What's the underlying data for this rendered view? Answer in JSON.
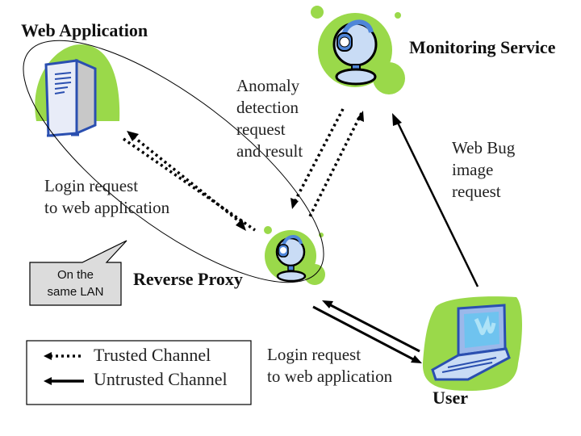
{
  "nodes": {
    "web_application": {
      "label": "Web Application",
      "icon": "server-icon"
    },
    "monitoring_service": {
      "label": "Monitoring Service",
      "icon": "webcam-icon"
    },
    "reverse_proxy": {
      "label": "Reverse Proxy",
      "icon": "webcam-icon"
    },
    "user": {
      "label": "User",
      "icon": "laptop-icon"
    }
  },
  "edge_labels": {
    "anomaly": "Anomaly\ndetection\nrequest\nand result",
    "login_internal": "Login request\nto web application",
    "web_bug": "Web Bug\nimage\nrequest",
    "login_user": "Login request\nto web application"
  },
  "callout": {
    "text": "On the\nsame LAN"
  },
  "legend": {
    "trusted": "Trusted Channel",
    "untrusted": "Untrusted Channel"
  },
  "colors": {
    "accent_green": "#9ad94a",
    "device_blue": "#2a4fb0",
    "device_light": "#c9dcf5",
    "callout_fill": "#dcdcdc",
    "line": "#000000"
  }
}
